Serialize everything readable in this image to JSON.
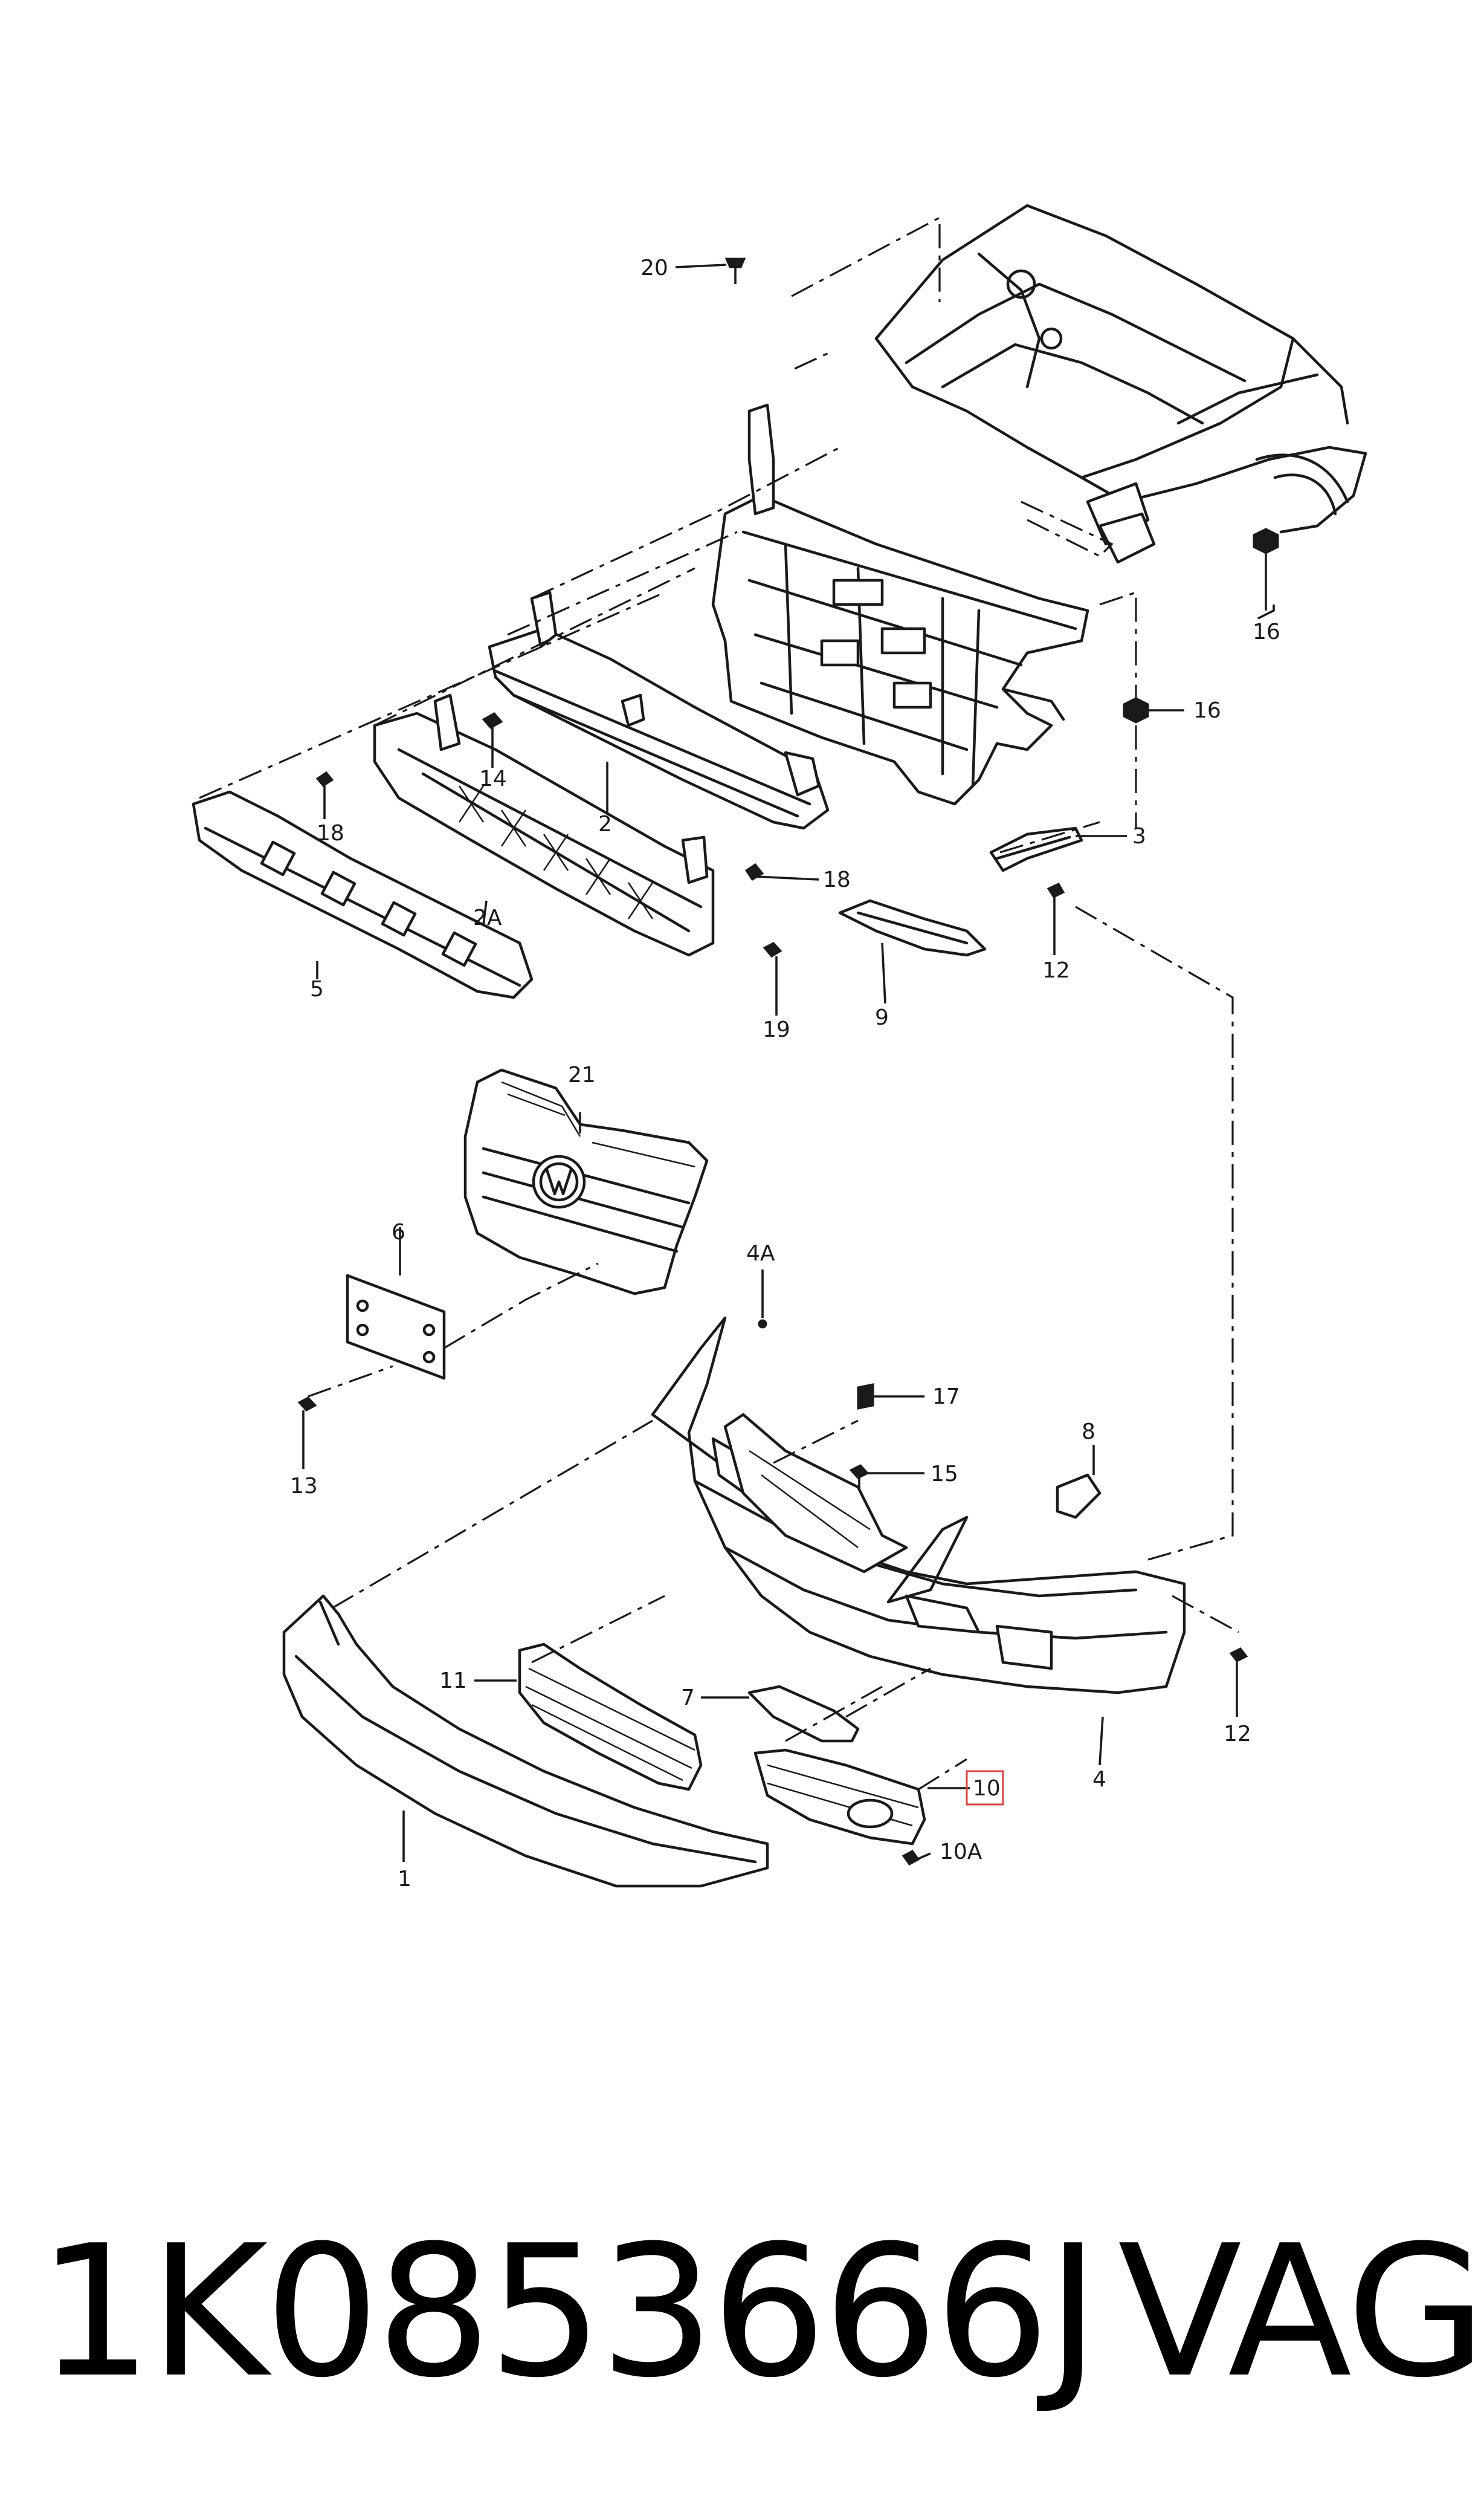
{
  "labels": {
    "l1": "1",
    "l2": "2",
    "l2a": "2A",
    "l3": "3",
    "l4": "4",
    "l4a": "4A",
    "l5": "5",
    "l6": "6",
    "l7": "7",
    "l8": "8",
    "l9": "9",
    "l10": "10",
    "l10a": "10A",
    "l11": "11",
    "l12a": "12",
    "l12b": "12",
    "l13": "13",
    "l14": "14",
    "l15": "15",
    "l16a": "16",
    "l16b": "16",
    "l17": "17",
    "l18a": "18",
    "l18b": "18",
    "l19": "19",
    "l20": "20",
    "l21": "21"
  },
  "highlighted_label": "10",
  "highlight_color": "#d64545",
  "footer": {
    "part_number": "1K0853666J",
    "brand": "VAG"
  }
}
